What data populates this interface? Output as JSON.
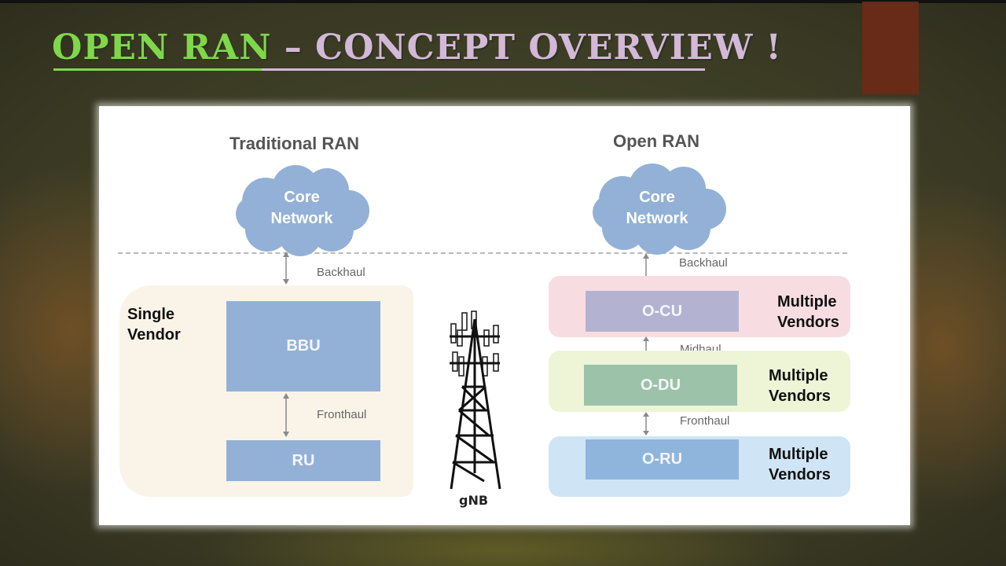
{
  "slide": {
    "title_part1": "OPEN RAN",
    "title_part2": " – CONCEPT OVERVIEW !",
    "colors": {
      "title_green": "#7fd84a",
      "title_lilac": "#d3b8d8",
      "accent_red": "#6b2a17"
    }
  },
  "traditional": {
    "heading": "Traditional RAN",
    "cloud": {
      "line1": "Core",
      "line2": "Network"
    },
    "backhaul_label": "Backhaul",
    "vendor_label_line1": "Single",
    "vendor_label_line2": "Vendor",
    "bbu_label": "BBU",
    "fronthaul_label": "Fronthaul",
    "ru_label": "RU"
  },
  "tower": {
    "label": "gNB"
  },
  "open": {
    "heading": "Open RAN",
    "cloud": {
      "line1": "Core",
      "line2": "Network"
    },
    "backhaul_label": "Backhaul",
    "midhaul_label": "Midhaul",
    "fronthaul_label": "Fronthaul",
    "layers": [
      {
        "unit": "O-CU",
        "vendor_line1": "Multiple",
        "vendor_line2": "Vendors"
      },
      {
        "unit": "O-DU",
        "vendor_line1": "Multiple",
        "vendor_line2": "Vendors"
      },
      {
        "unit": "O-RU",
        "vendor_line1": "Multiple",
        "vendor_line2": "Vendors"
      }
    ]
  }
}
